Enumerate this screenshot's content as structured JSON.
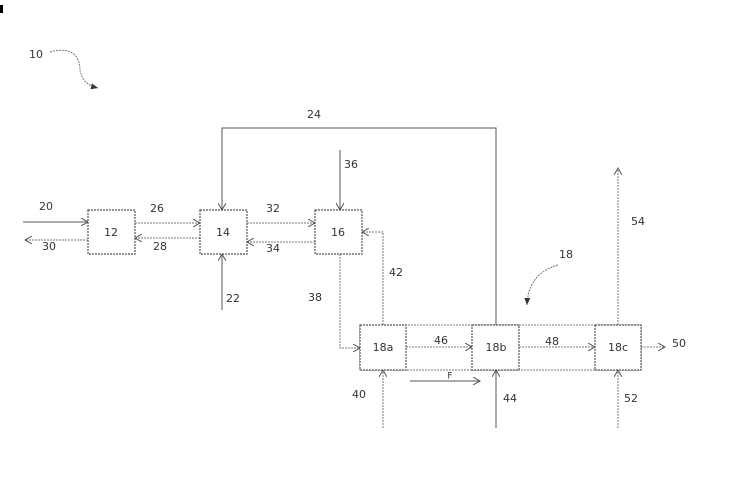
{
  "figure_ref": "10",
  "system_ref": "18",
  "units": {
    "u12": "12",
    "u14": "14",
    "u16": "16",
    "u18a": "18a",
    "u18b": "18b",
    "u18c": "18c"
  },
  "streams": {
    "s20": "20",
    "s22": "22",
    "s24": "24",
    "s26": "26",
    "s28": "28",
    "s30": "30",
    "s32": "32",
    "s34": "34",
    "s36": "36",
    "s38": "38",
    "s40": "40",
    "s42": "42",
    "s44": "44",
    "s46": "46",
    "s48": "48",
    "s50": "50",
    "s52": "52",
    "s54": "54"
  },
  "flow_direction_label": "F"
}
